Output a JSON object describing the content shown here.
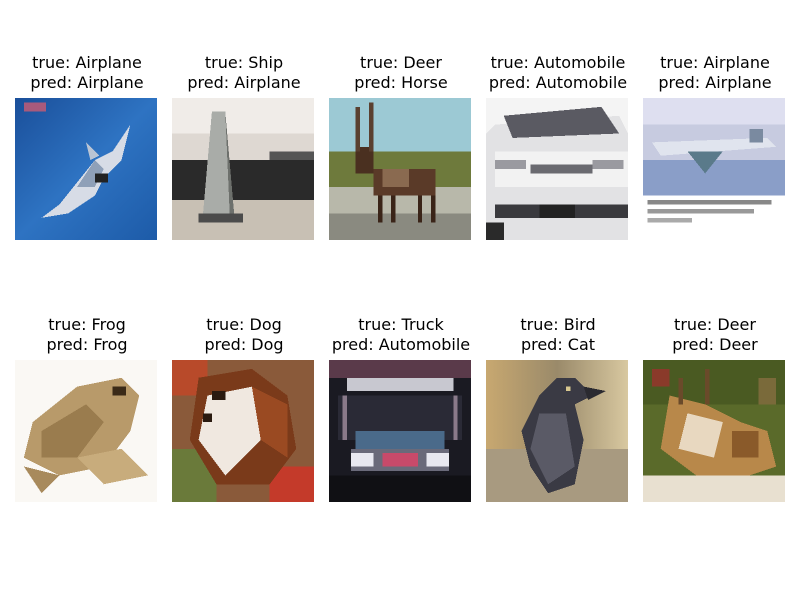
{
  "images": [
    {
      "true_text": "true: Airplane",
      "pred_text": "pred: Airplane",
      "scene": "airplane-blue-sky"
    },
    {
      "true_text": "true: Ship",
      "pred_text": "pred: Airplane",
      "scene": "ship-grey"
    },
    {
      "true_text": "true: Deer",
      "pred_text": "pred: Horse",
      "scene": "deer-field"
    },
    {
      "true_text": "true: Automobile",
      "pred_text": "pred: Automobile",
      "scene": "white-car-front"
    },
    {
      "true_text": "true: Airplane",
      "pred_text": "pred: Airplane",
      "scene": "airplane-over-clouds"
    },
    {
      "true_text": "true: Frog",
      "pred_text": "pred: Frog",
      "scene": "frog-white"
    },
    {
      "true_text": "true: Dog",
      "pred_text": "pred: Dog",
      "scene": "dog-spaniel"
    },
    {
      "true_text": "true: Truck",
      "pred_text": "pred: Automobile",
      "scene": "truck-front-dark"
    },
    {
      "true_text": "true: Bird",
      "pred_text": "pred: Cat",
      "scene": "bird-perched"
    },
    {
      "true_text": "true: Deer",
      "pred_text": "pred: Deer",
      "scene": "deer-brush"
    }
  ]
}
